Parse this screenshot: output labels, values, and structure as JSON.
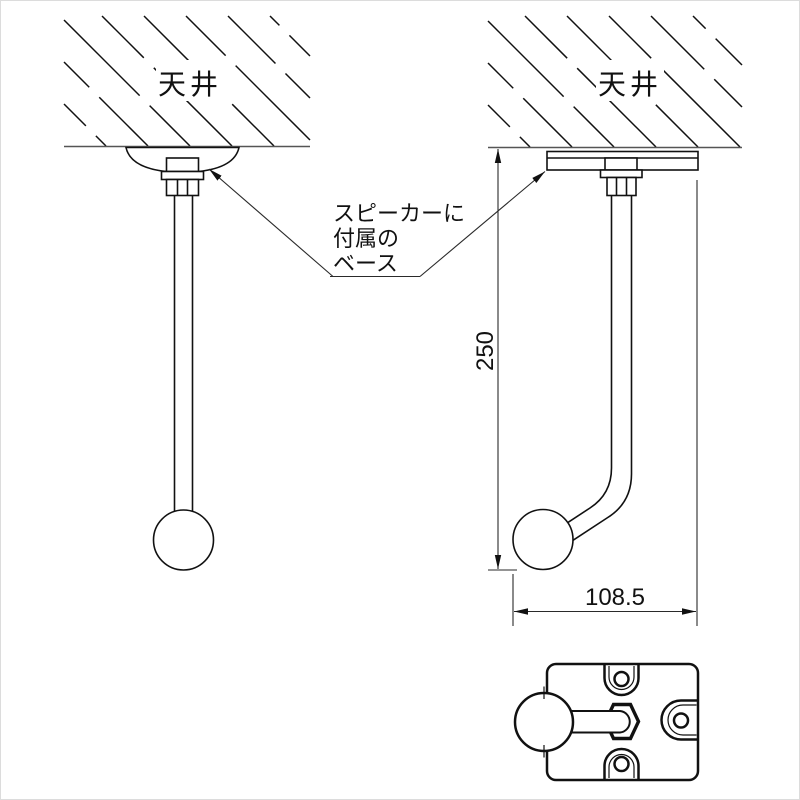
{
  "drawing": {
    "left_view": {
      "ceiling_label": "天井"
    },
    "right_view": {
      "ceiling_label": "天井"
    },
    "annotation": {
      "line1": "スピーカーに",
      "line2": "付属の",
      "line3": "ベース"
    },
    "dimensions": {
      "height_mm": "250",
      "width_mm": "108.5"
    },
    "colors": {
      "line": "#111111",
      "background": "#ffffff"
    }
  }
}
